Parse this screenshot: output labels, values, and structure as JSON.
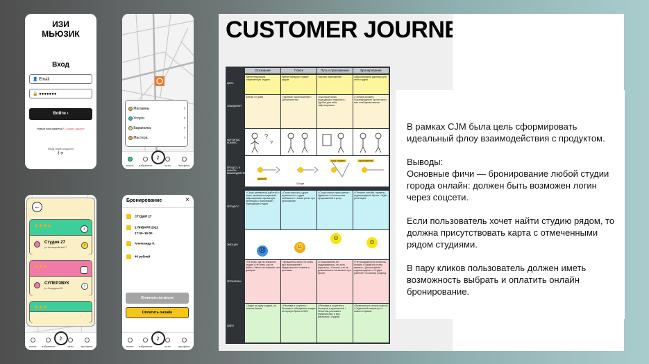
{
  "phone1": {
    "title_line1": "ИЗИ",
    "title_line2": "МЬЮЗИК",
    "login_heading": "Вход",
    "email_placeholder": "Email",
    "password_value": "●●●●●●●",
    "login_button": "Войти  ›",
    "new_user_text": "Новый пользователь?",
    "create_account": "Создать аккаунт",
    "social_login": "Вход через соцсети",
    "social_icons": "f ✈"
  },
  "phone2": {
    "menu": [
      {
        "label": "Магазины",
        "color": "#f5a623"
      },
      {
        "label": "Услуги",
        "color": "#26c6a6"
      },
      {
        "label": "Барахолка",
        "color": "#e8e05c"
      },
      {
        "label": "Мастера",
        "color": "#f5a623"
      }
    ],
    "nav": [
      "поиск",
      "избранное",
      "чаты",
      "профиль"
    ]
  },
  "phone3": {
    "studios": [
      {
        "name": "Студия 27",
        "address": "ул.Калькарийский,7",
        "color": "#3ccf9a"
      },
      {
        "name": "СУПЕРЗВУК",
        "address": "ул.Запрудная 81",
        "color": "#f07aa8"
      },
      {
        "name": "",
        "address": "",
        "color": "#3ccf9a"
      }
    ],
    "nav": [
      "поиск",
      "избранное",
      "чаты",
      "профиль"
    ]
  },
  "phone4": {
    "title": "Бронирование",
    "close": "×",
    "items": [
      "СТУДИЯ 27",
      "2 ЯНВАРЯ 2022",
      "17:00–19:00",
      "Александр К.",
      "40 рублей"
    ],
    "pay_on_site": "Оплатить на месте",
    "pay_online": "Оплатить онлайн",
    "nav": [
      "поиск",
      "избранное",
      "чаты",
      "профиль"
    ]
  },
  "cjm": {
    "heading": "CUSTOMER JOURNEY MAP",
    "columns": [
      "Осознание",
      "Поиск",
      "Путь к приложению",
      "Бронирование"
    ],
    "rows": [
      "ЦЕЛЬ",
      "ОЖИДАНИЯ",
      "КАРТИНКА КОМИКС",
      "ПРОЦЕСС И КАНАЛЫ ВЗАИМОДЕЙСТВИЯ",
      "ПРОЦЕСС",
      "ЭМОЦИИ",
      "ПРОБЛЕМЫ",
      "ИДЕИ"
    ],
    "goal": [
      "Найти недорогую современную студию",
      "Найти хорошую студию рядом",
      "Скачать приложение",
      "Забронировать удобную для себя студию"
    ],
    "expect": [
      "Близко от дома",
      "• Удобное расположение • Цена/качество",
      "• Быстрый поиск подходящего варианта • Удобно для себя забронировать",
      "• Оплата онлайн • Подтверждение брони через смс сообщение/звонок"
    ],
    "process": [
      "• Саша занимается работой и хочет заниматься музыкой, забронировать время для репетиции • Вспоминает подходящие студии",
      "• Саша спросил у друга музыканта о студии поблизости • Саша узнал про приложение",
      "• Саша скачал приложение • Удивился от количества предложений и услуг",
      "• Оплатил онлайн, привело подтверждение брони • Ждёт репетиции"
    ],
    "problems": [
      "• Не знаю, где по близости студия • Не знаю, как их найти • Много источников, нет доверия",
      "• Музыканты могут не знать про приложение • Недостаточно отзывов и рекламы",
      "• Пользователи не задумываются, что есть агрегатор • Сложно, что не дозвонишься / позвонить при брони",
      "• Нет возможности оплатить онлайн • Придётся снова звонить • Долгое время подтверждения • Студия работает по своему графику"
    ],
    "ideas": [
      "• Ходит на одну студию, но хочется ближе",
      "• Реклама в соцсетях • Реклама с обещанием скидки за первую бронь в 30%",
      "• Реклама в соцсетях у блогеров и музыкантов • Печатная реклама в музыкальных и муз. магазинах, студиях",
      "• Возможность оплаты картой • Отдельный оператор от самого сервиса"
    ],
    "labels": [
      "другой",
      "Google",
      "хочу студию",
      "приложение"
    ]
  },
  "summary": {
    "p1": "В рамках CJM была цель сформировать идеальный флоу взаимодействия с продуктом.",
    "p2_title": "Выводы:",
    "p2": "Основные фичи — бронирование любой студии города онлайн: должен быть возможен логин через соцсети.",
    "p3": "Если пользователь хочет найти студию рядом, то должна присутствовать карта с отмеченными рядом студиями.",
    "p4": "В пару кликов пользователь должен иметь возможность выбрать и оплатить онлайн бронирование."
  }
}
